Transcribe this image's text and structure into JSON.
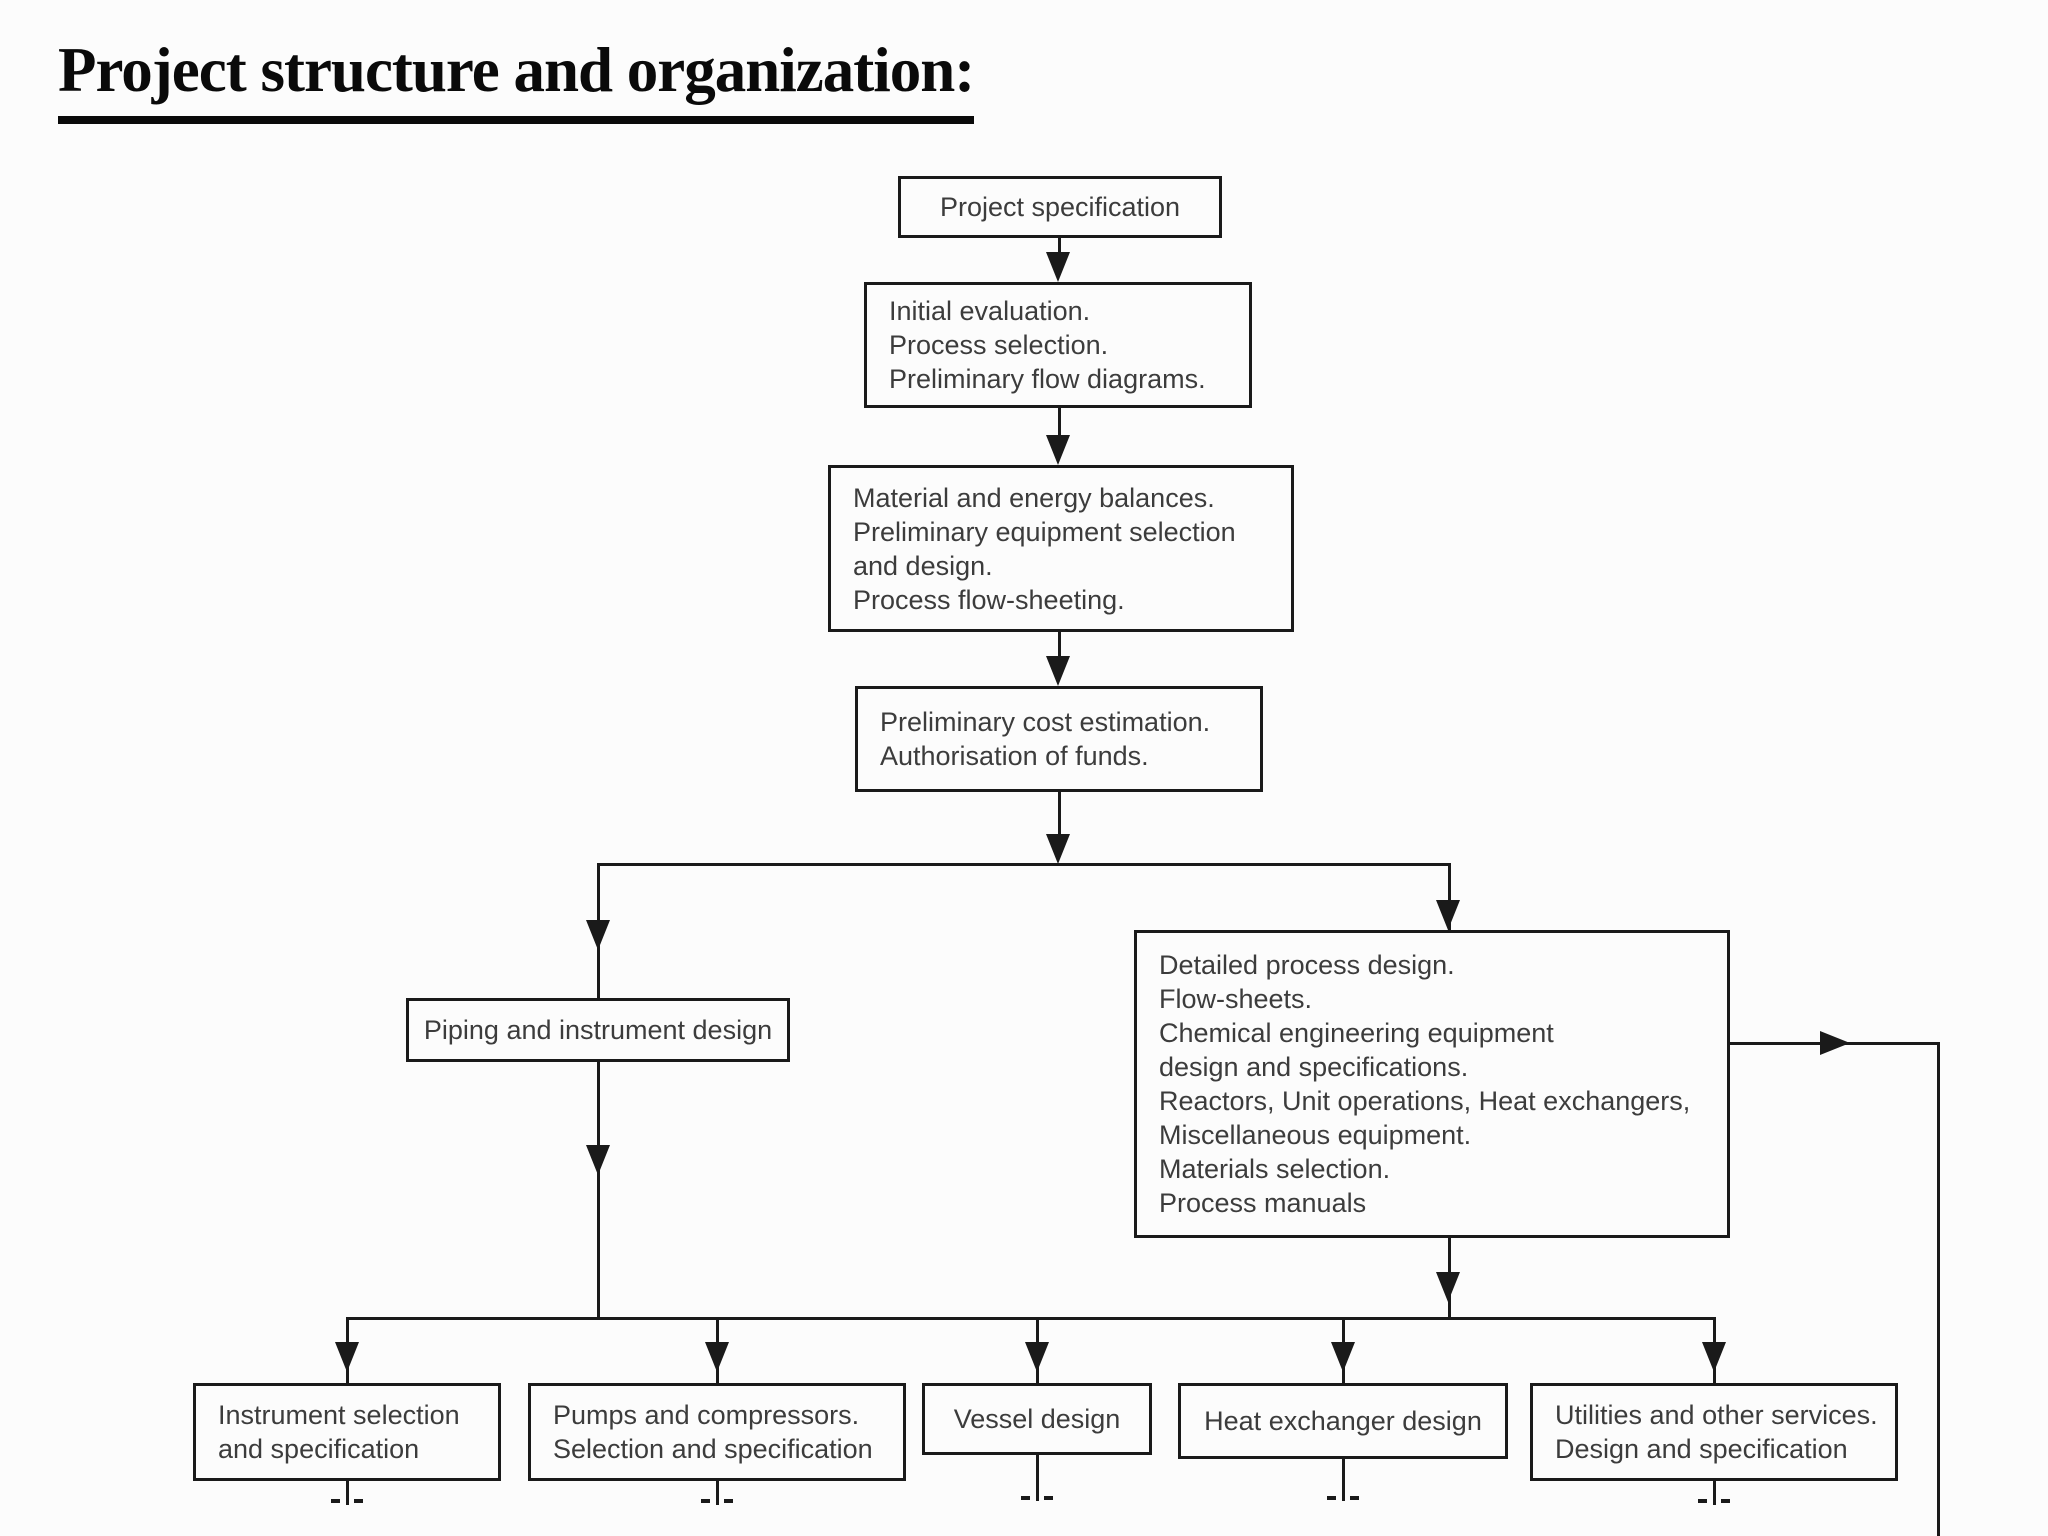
{
  "title": "Project structure and organization:",
  "nodes": {
    "project_specification": {
      "lines": [
        "Project specification"
      ]
    },
    "initial_evaluation": {
      "lines": [
        "Initial evaluation.",
        "Process selection.",
        "Preliminary flow diagrams."
      ]
    },
    "material_energy": {
      "lines": [
        "Material and energy balances.",
        "Preliminary equipment selection",
        "and design.",
        "Process flow-sheeting."
      ]
    },
    "cost_estimation": {
      "lines": [
        "Preliminary cost estimation.",
        "Authorisation of funds."
      ]
    },
    "piping": {
      "lines": [
        "Piping and instrument design"
      ]
    },
    "detailed_design": {
      "lines": [
        "Detailed process design.",
        "Flow-sheets.",
        "Chemical engineering equipment",
        "design and specifications.",
        "Reactors, Unit operations, Heat exchangers,",
        "Miscellaneous equipment.",
        "Materials selection.",
        "Process manuals"
      ]
    },
    "instrument_selection": {
      "lines": [
        "Instrument selection",
        "and specification"
      ]
    },
    "pumps": {
      "lines": [
        "Pumps and compressors.",
        "Selection and specification"
      ]
    },
    "vessel": {
      "lines": [
        "Vessel design"
      ]
    },
    "heat_exchanger": {
      "lines": [
        "Heat exchanger design"
      ]
    },
    "utilities": {
      "lines": [
        "Utilities and other services.",
        "Design and specification"
      ]
    }
  },
  "colors": {
    "line": "#1a1a1a",
    "text": "#3c3c3c",
    "background": "#fcfcfc",
    "title": "#0a0a0a"
  }
}
